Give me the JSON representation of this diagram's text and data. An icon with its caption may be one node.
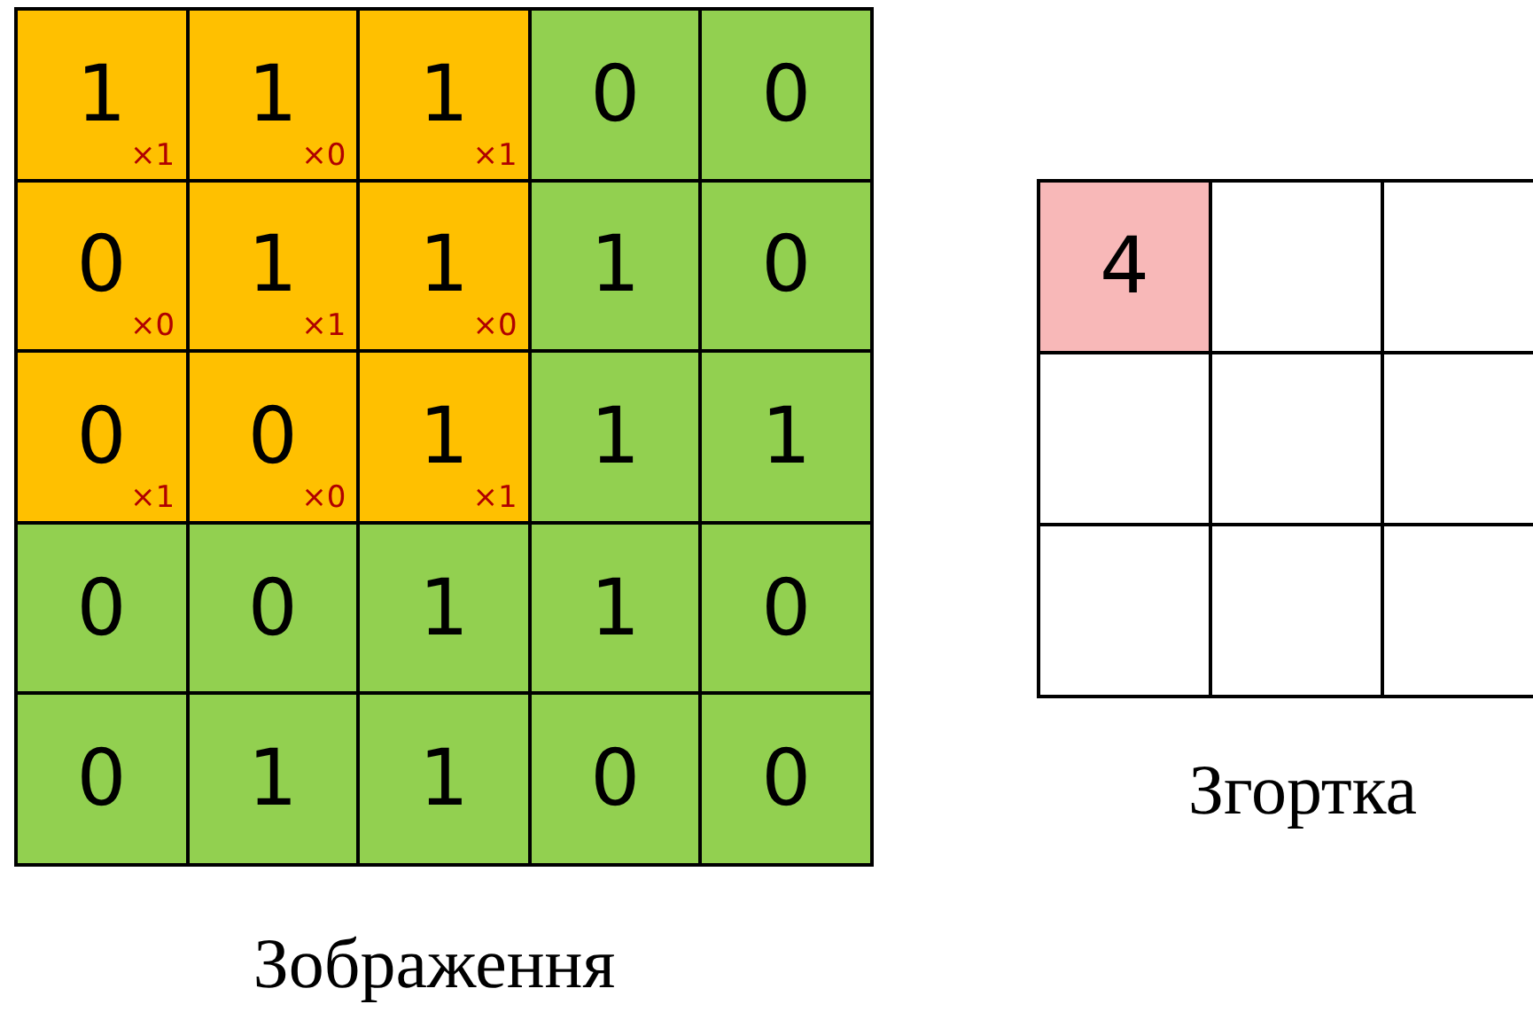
{
  "diagram": {
    "labels": [
      "1$_{×1}$",
      "1$_{×0}$",
      "1$_{×1}$",
      "0",
      "0",
      "0$_{×0}$",
      "1$_{×1}$",
      "1$_{×0}$",
      "1",
      "0",
      "0$_{×1}$",
      "0$_{×0}$",
      "1$_{×1}$",
      "1",
      "1",
      "0",
      "0",
      "1",
      "1",
      "0",
      "0",
      "1",
      "1",
      "0",
      "0",
      "4",
      "Згортка",
      "Зображення"
    ]
  }
}
